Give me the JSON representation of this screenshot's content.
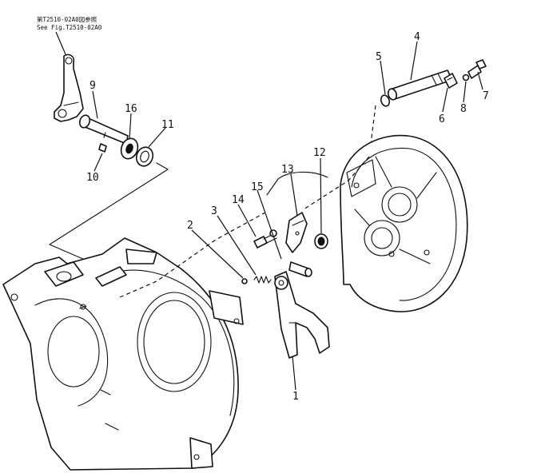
{
  "reference_note": {
    "line1": "第T2510-02A0図参照",
    "line2": "See Fig.T2510-02A0"
  },
  "callouts": [
    {
      "id": "1",
      "label": "1"
    },
    {
      "id": "2",
      "label": "2"
    },
    {
      "id": "3",
      "label": "3"
    },
    {
      "id": "4",
      "label": "4"
    },
    {
      "id": "5",
      "label": "5"
    },
    {
      "id": "6",
      "label": "6"
    },
    {
      "id": "7",
      "label": "7"
    },
    {
      "id": "8",
      "label": "8"
    },
    {
      "id": "9",
      "label": "9"
    },
    {
      "id": "10",
      "label": "10"
    },
    {
      "id": "11",
      "label": "11"
    },
    {
      "id": "12",
      "label": "12"
    },
    {
      "id": "13",
      "label": "13"
    },
    {
      "id": "14",
      "label": "14"
    },
    {
      "id": "15",
      "label": "15"
    },
    {
      "id": "16",
      "label": "16"
    }
  ]
}
